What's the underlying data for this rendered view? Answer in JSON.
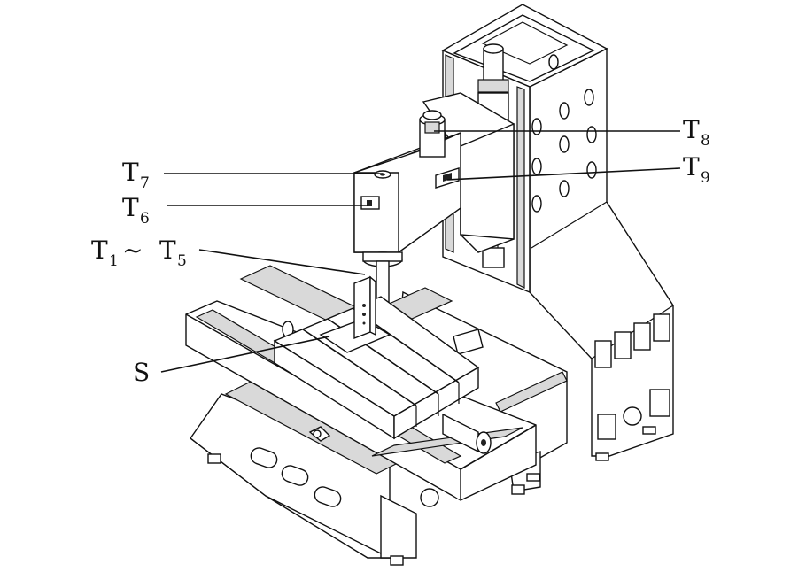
{
  "labels": {
    "t8_main": "T",
    "t8_sub": "8",
    "t9_main": "T",
    "t9_sub": "9",
    "t7_main": "T",
    "t7_sub": "7",
    "t6_main": "T",
    "t6_sub": "6",
    "t1_main": "T",
    "t1_sub": "1",
    "tilde": "~",
    "t5_main": "T",
    "t5_sub": "5",
    "s": "S"
  }
}
